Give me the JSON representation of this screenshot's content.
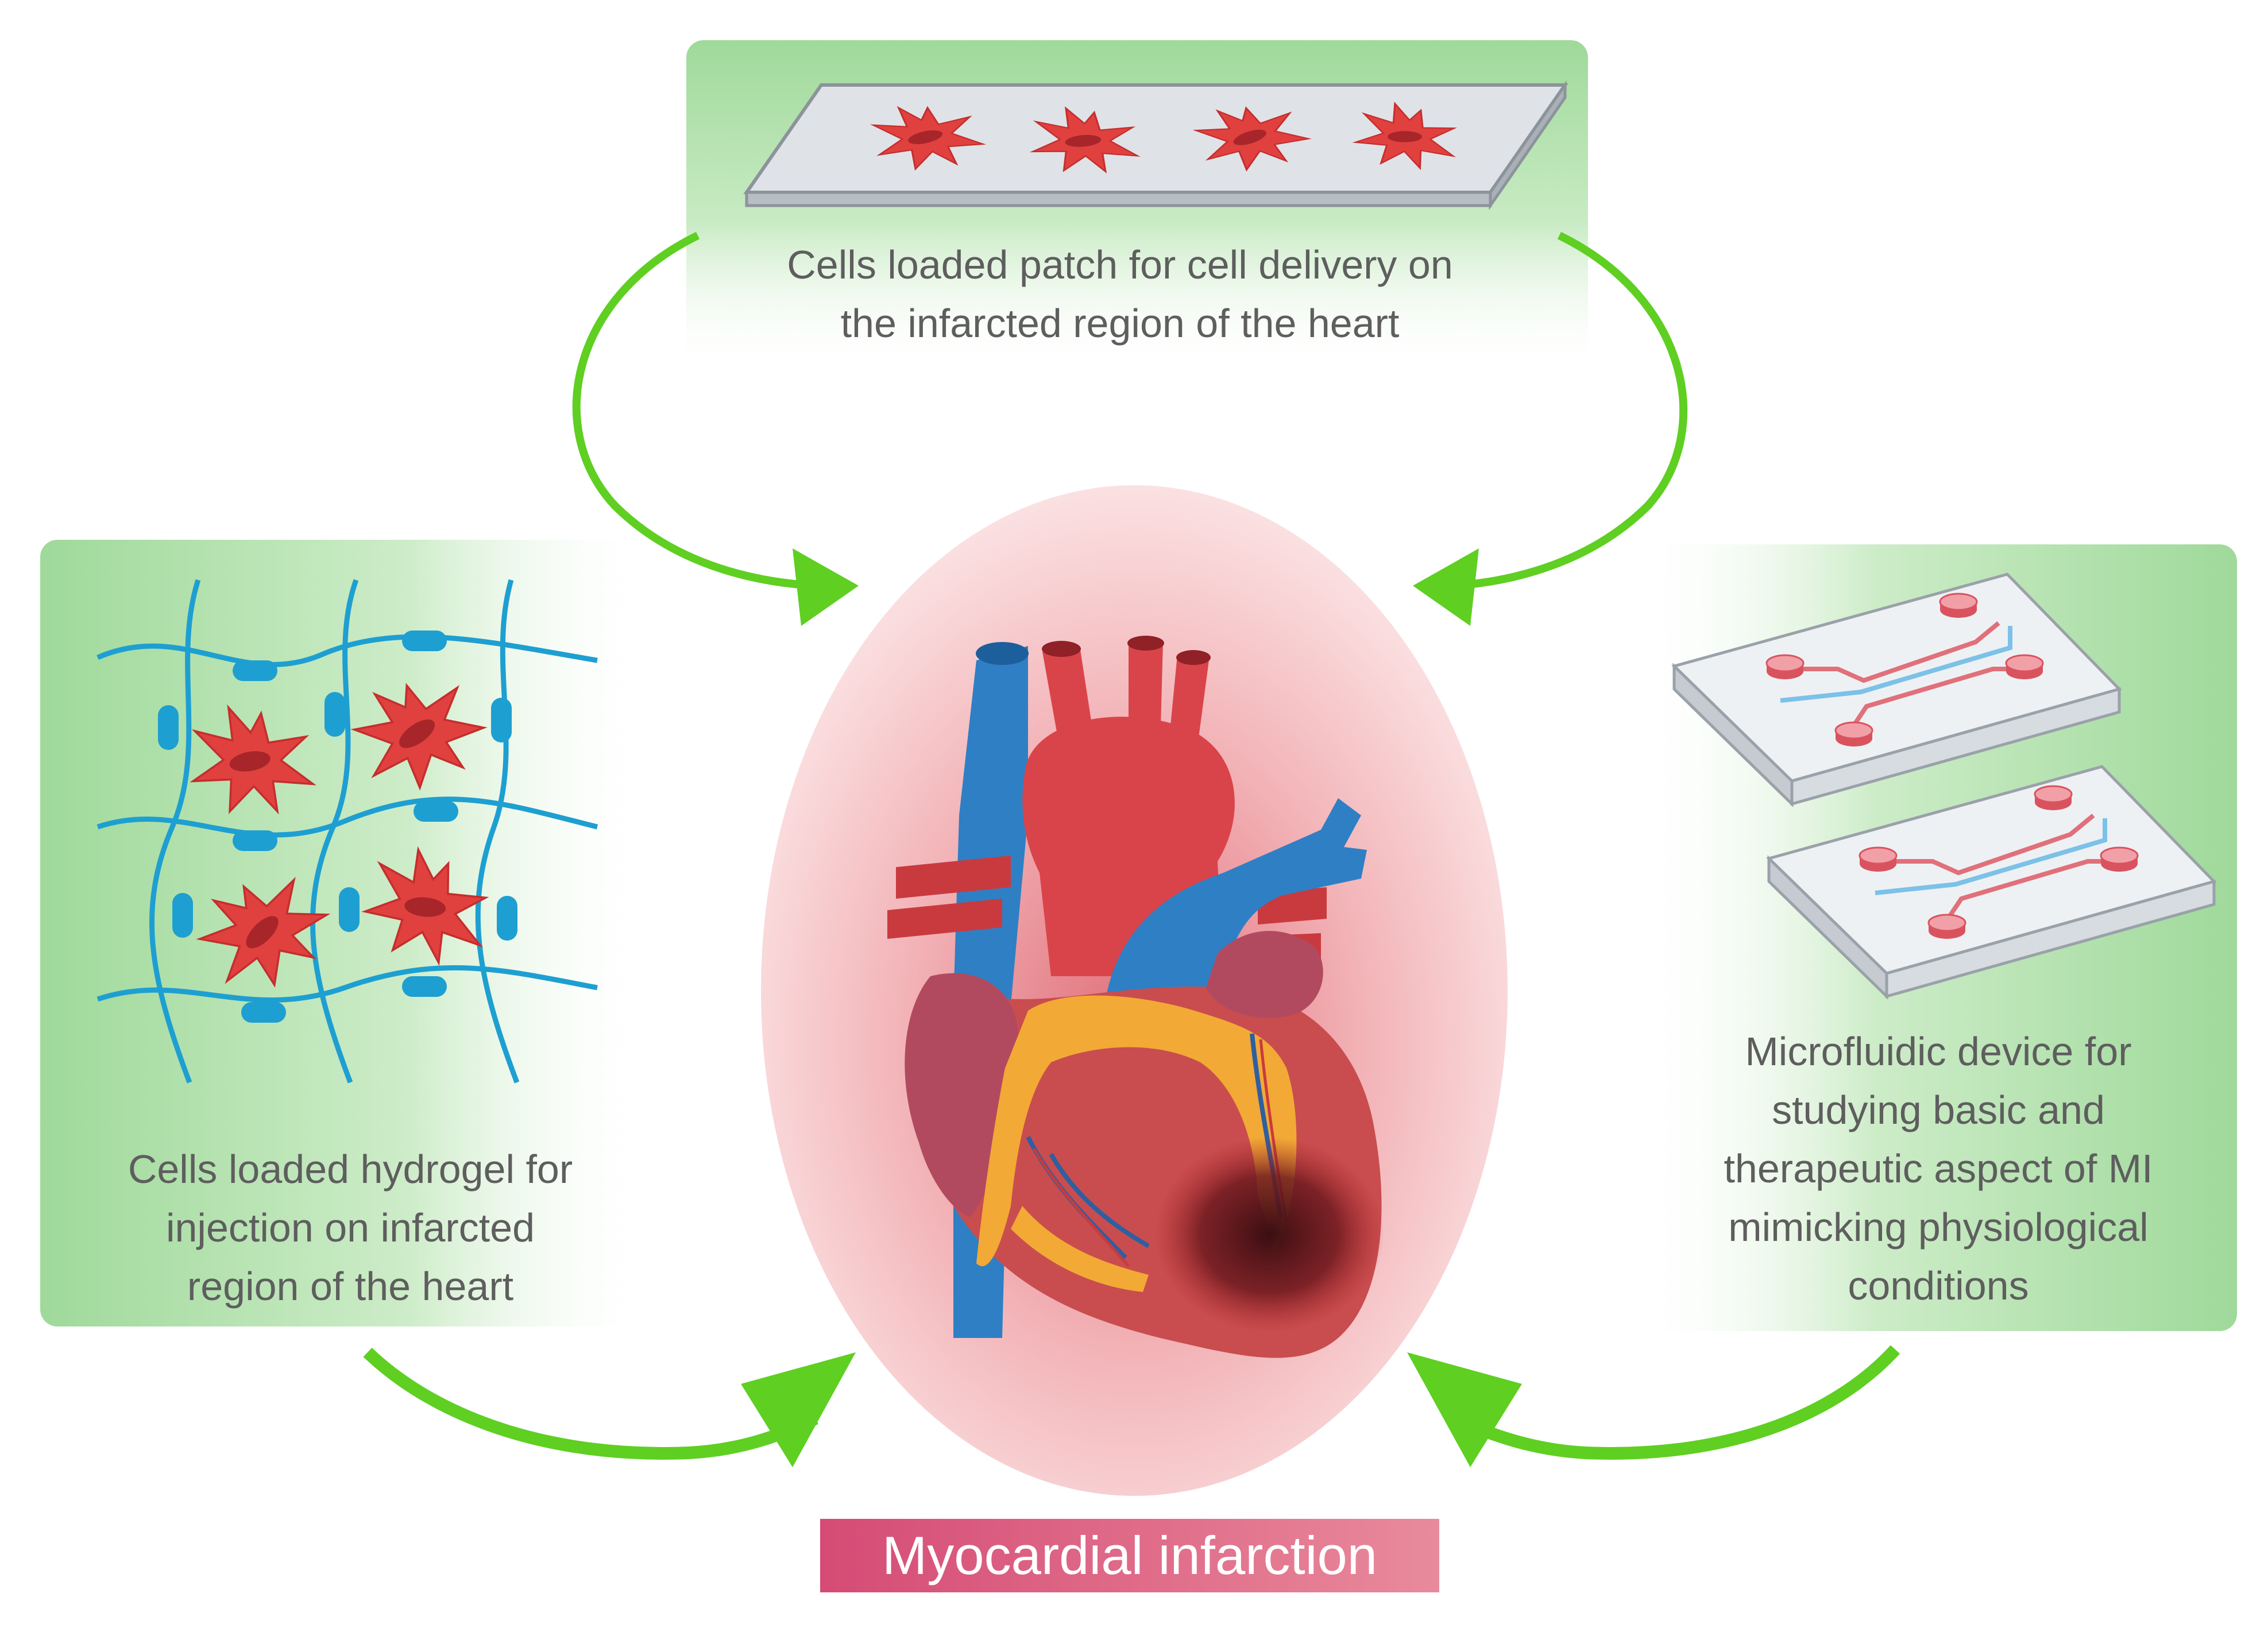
{
  "colors": {
    "panel_green": "#9fd99a",
    "arrow_green": "#5fcf22",
    "cell_red": "#e0413f",
    "hydrogel_blue": "#1e9fd1",
    "heart_red": "#c93a3f",
    "title_pink": "#d54b75"
  },
  "panels": {
    "top": {
      "icon": "cell-patch-icon",
      "lines": [
        "Cells loaded patch for cell delivery on",
        "the infarcted region of the heart"
      ]
    },
    "left": {
      "icon": "hydrogel-network-icon",
      "lines": [
        "Cells loaded hydrogel for",
        "injection on infarcted",
        "region of the heart"
      ]
    },
    "right": {
      "icon": "microfluidic-chip-icon",
      "lines": [
        "Microfluidic device for",
        "studying basic and",
        "therapeutic aspect of MI",
        "mimicking physiological",
        "conditions"
      ]
    }
  },
  "center": {
    "icon": "heart-icon",
    "title": "Myocardial infarction"
  }
}
